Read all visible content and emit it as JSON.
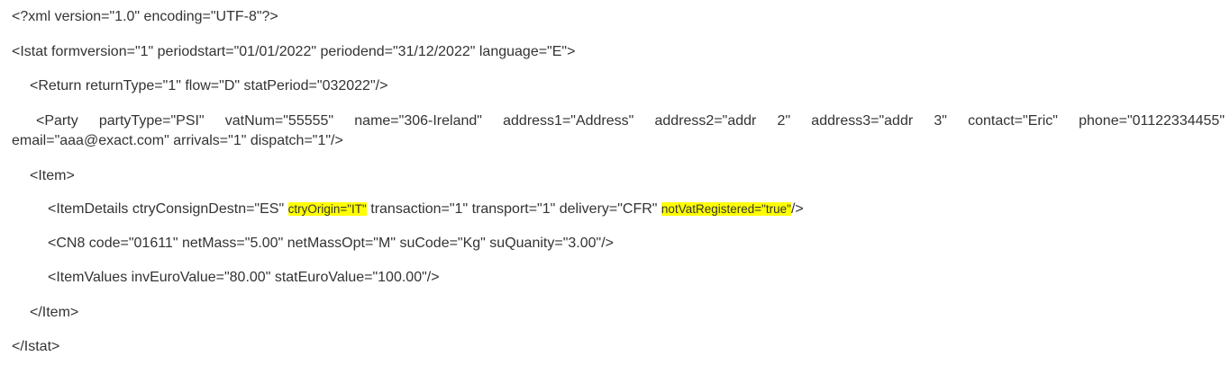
{
  "document": {
    "line1": "<?xml version=\"1.0\" encoding=\"UTF-8\"?>",
    "line2": "<Istat formversion=\"1\" periodstart=\"01/01/2022\" periodend=\"31/12/2022\" language=\"E\">",
    "line3": "<Return returnType=\"1\" flow=\"D\" statPeriod=\"032022\"/>",
    "line4a": "<Party partyType=\"PSI\" vatNum=\"55555\" name=\"306-Ireland\" address1=\"Address\" address2=\"addr 2\" address3=\"addr 3\" contact=\"Eric\" phone=\"01122334455\"",
    "line4b": "email=\"aaa@exact.com\" arrivals=\"1\" dispatch=\"1\"/>",
    "line5": "<Item>",
    "line6": {
      "part1": "<ItemDetails ctryConsignDestn=\"ES\" ",
      "highlight1": "ctryOrigin=\"IT\"",
      "part2": " transaction=\"1\" transport=\"1\" delivery=\"CFR\" ",
      "highlight2": "notVatRegistered=\"true\"",
      "part3": "/>"
    },
    "line7": "<CN8 code=\"01611\" netMass=\"5.00\" netMassOpt=\"M\" suCode=\"Kg\" suQuanity=\"3.00\"/>",
    "line8": "<ItemValues invEuroValue=\"80.00\" statEuroValue=\"100.00\"/>",
    "line9": "</Item>",
    "line10": "</Istat>"
  },
  "colors": {
    "text": "#333333",
    "highlight": "#ffff00",
    "background": "#ffffff"
  }
}
